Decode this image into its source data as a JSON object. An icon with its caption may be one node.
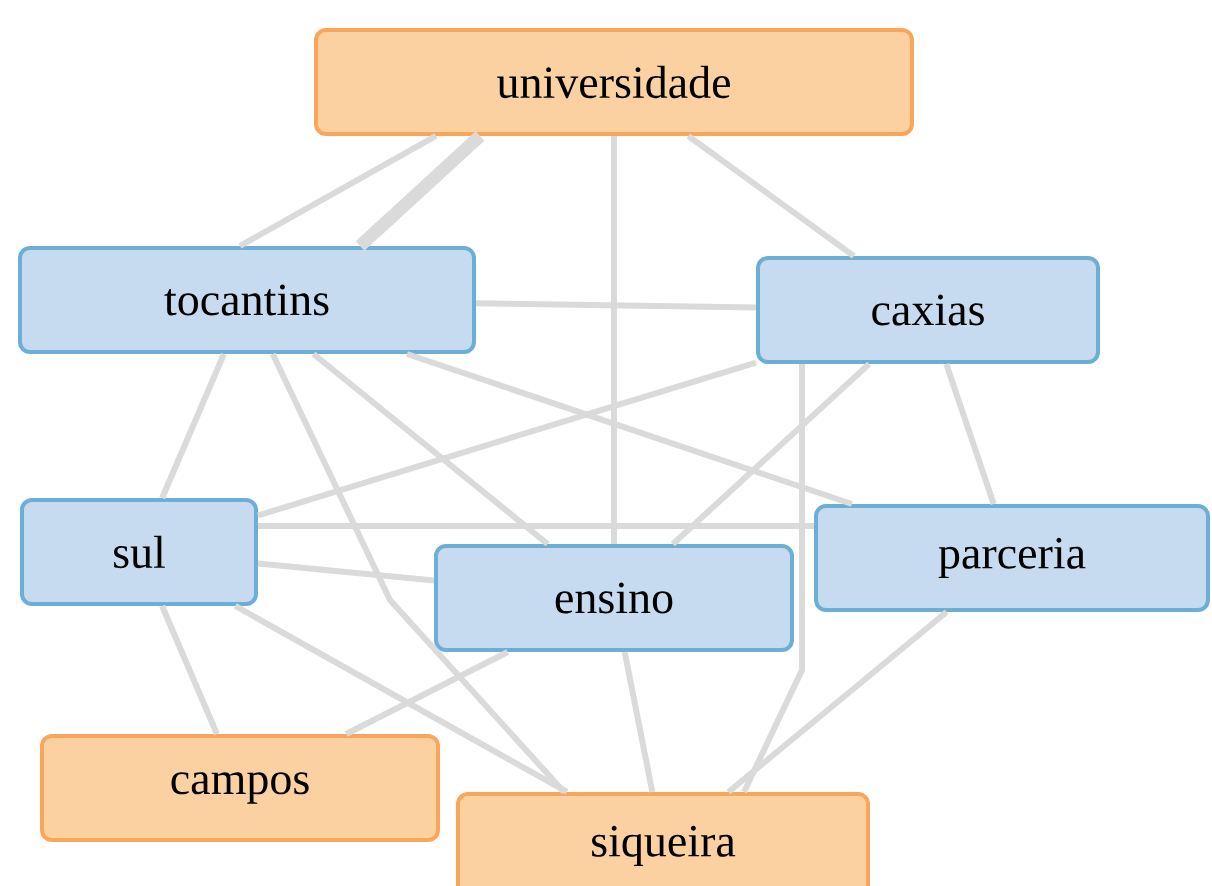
{
  "diagram": {
    "nodes": [
      {
        "text": [
          "universidade"
        ]
      },
      {
        "text": [
          "tocantins"
        ]
      },
      {
        "text": [
          "caxias"
        ]
      },
      {
        "text": [
          "sul"
        ]
      },
      {
        "text": [
          "ensino"
        ]
      },
      {
        "text": [
          "parceria"
        ]
      },
      {
        "text": [
          "campos"
        ]
      },
      {
        "text": [
          "siqueira"
        ]
      }
    ],
    "edges": [
      {
        "from": 0,
        "to": 1,
        "arrow": "none"
      },
      {
        "from": 0,
        "to": 1,
        "arrow": "none",
        "style": "thick"
      },
      {
        "from": 0,
        "to": 4,
        "arrow": "none"
      },
      {
        "from": 0,
        "to": 2,
        "arrow": "none"
      },
      {
        "from": 1,
        "to": 2,
        "arrow": "none"
      },
      {
        "from": 1,
        "to": 3,
        "arrow": "none"
      },
      {
        "from": 1,
        "to": 4,
        "arrow": "none"
      },
      {
        "from": 1,
        "to": 5,
        "arrow": "none"
      },
      {
        "from": 1,
        "to": 7,
        "arrow": "none"
      },
      {
        "from": 2,
        "to": 3,
        "arrow": "none"
      },
      {
        "from": 2,
        "to": 4,
        "arrow": "none"
      },
      {
        "from": 2,
        "to": 5,
        "arrow": "none"
      },
      {
        "from": 2,
        "to": 7,
        "arrow": "none"
      },
      {
        "from": 3,
        "to": 5,
        "arrow": "none"
      },
      {
        "from": 3,
        "to": 4,
        "arrow": "none"
      },
      {
        "from": 3,
        "to": 6,
        "arrow": "none"
      },
      {
        "from": 3,
        "to": 7,
        "arrow": "none"
      },
      {
        "from": 4,
        "to": 6,
        "arrow": "none"
      },
      {
        "from": 4,
        "to": 7,
        "arrow": "none"
      },
      {
        "from": 5,
        "to": 7,
        "arrow": "none"
      }
    ]
  }
}
